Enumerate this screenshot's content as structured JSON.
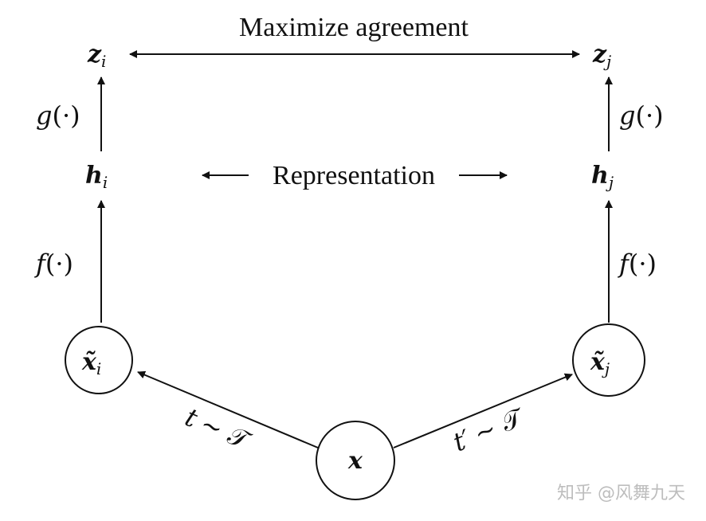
{
  "title": "Maximize agreement",
  "representation": "Representation",
  "nodes": {
    "zi": {
      "sym": "z",
      "sub": "i"
    },
    "zj": {
      "sym": "z",
      "sub": "j"
    },
    "hi": {
      "sym": "h",
      "sub": "i"
    },
    "hj": {
      "sym": "h",
      "sub": "j"
    },
    "xi": {
      "sym": "x̃",
      "sub": "i"
    },
    "xj": {
      "sym": "x̃",
      "sub": "j"
    },
    "x": {
      "sym": "x"
    }
  },
  "functions": {
    "g": {
      "name": "g",
      "args": "(·)"
    },
    "f": {
      "name": "f",
      "args": "(·)"
    }
  },
  "transforms": {
    "left": {
      "t": "t",
      "dist": "∼ 𝒯"
    },
    "right": {
      "t": "t′",
      "dist": "∼ 𝒯"
    }
  },
  "watermark": "知乎 @风舞九天"
}
